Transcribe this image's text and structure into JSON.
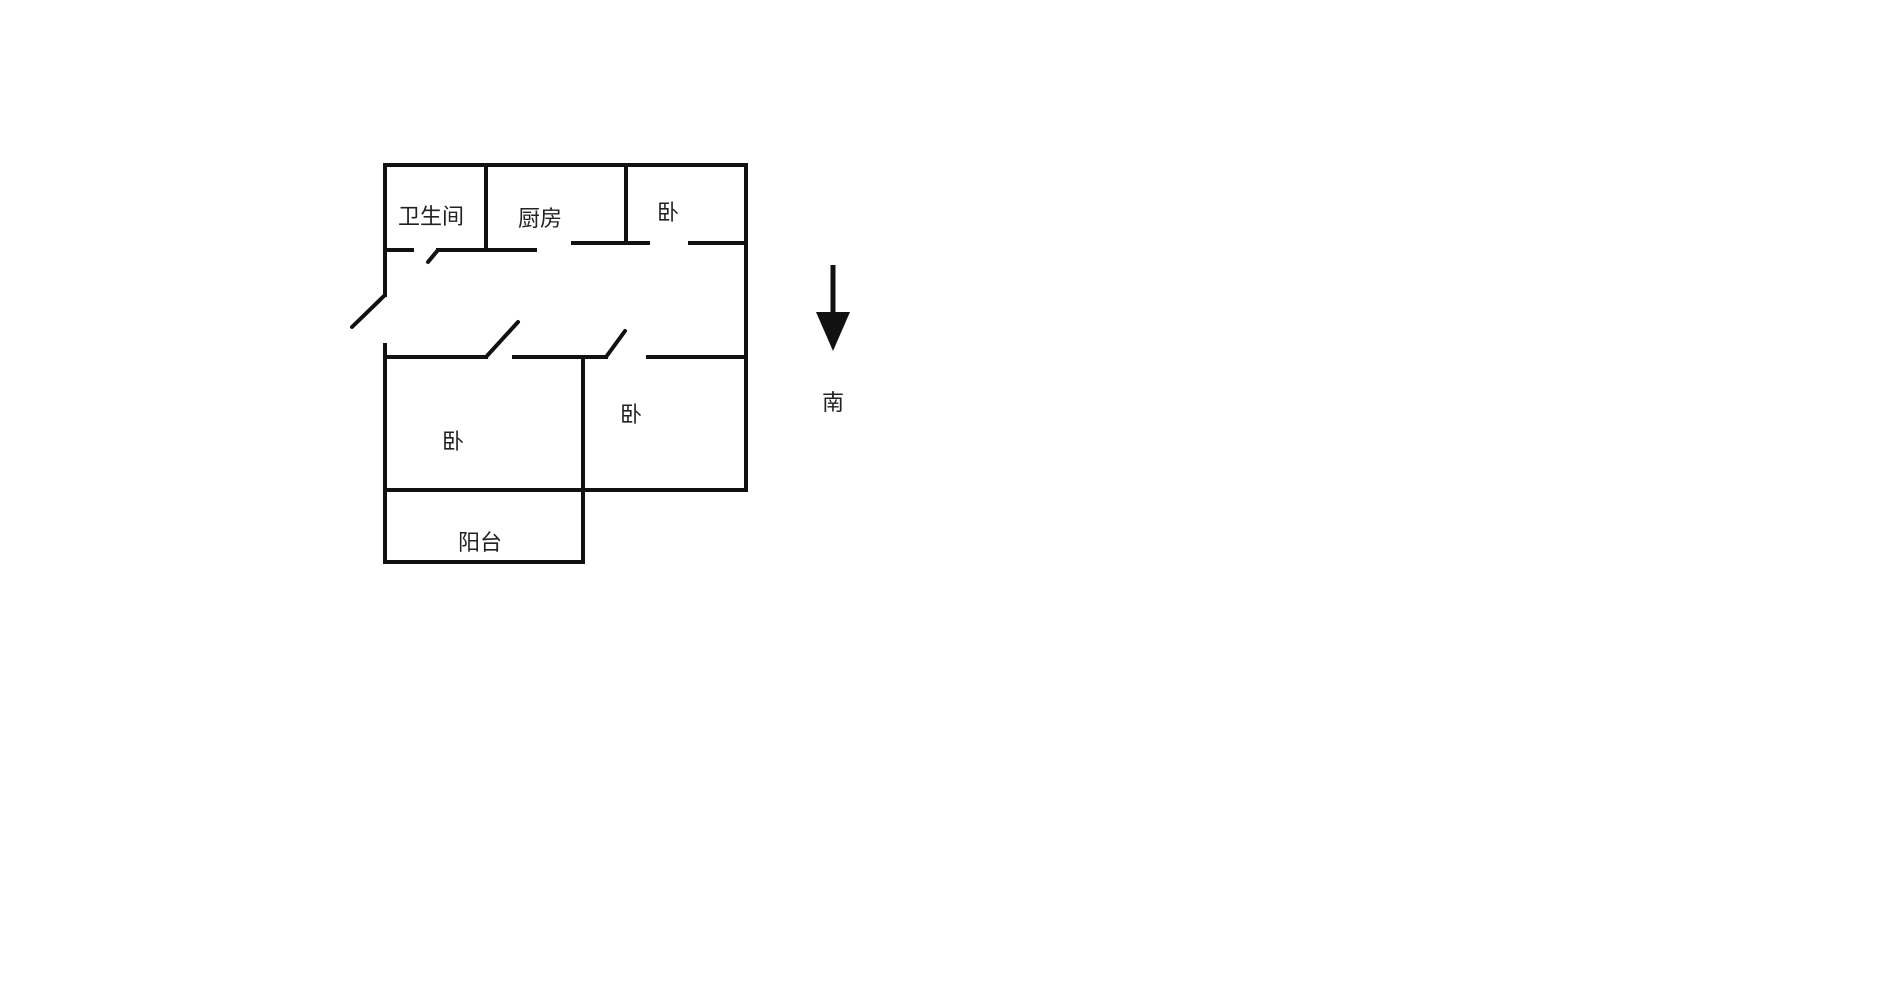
{
  "rooms": {
    "bathroom": "卫生间",
    "kitchen": "厨房",
    "bedroom_north": "卧",
    "bedroom_southwest": "卧",
    "bedroom_southeast": "卧",
    "balcony": "阳台"
  },
  "compass": {
    "label": "南",
    "direction": "down",
    "icon": "arrow-down-icon"
  }
}
